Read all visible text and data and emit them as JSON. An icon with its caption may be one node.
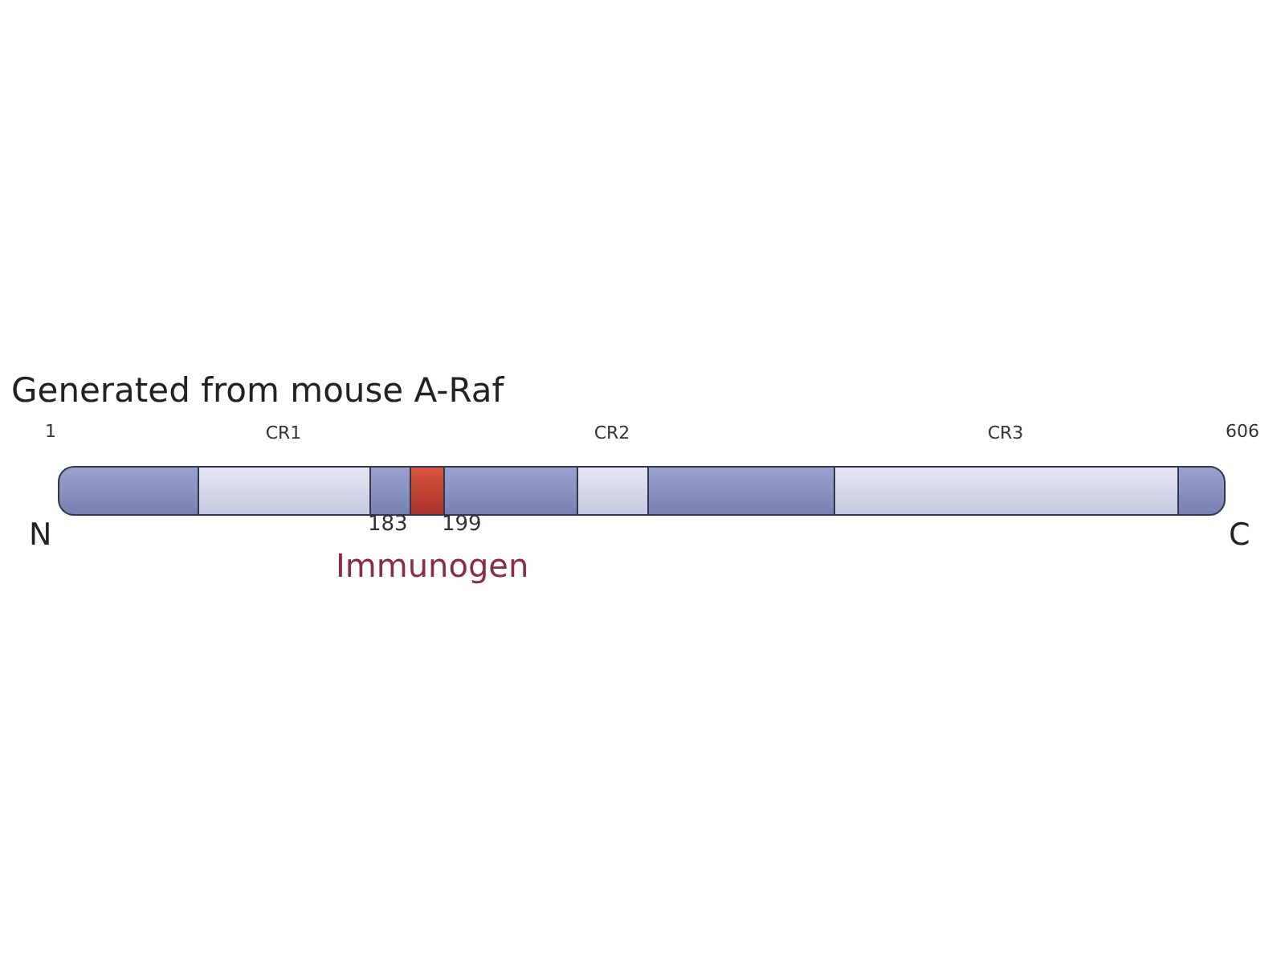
{
  "diagram": {
    "title": "Generated from mouse A-Raf",
    "nodes": [
      {
        "text": [],
        "shape": "bar"
      },
      {
        "text": [
          "CR1"
        ]
      },
      {
        "text": [],
        "shape": "bar"
      },
      {
        "text": [],
        "shape": "bar"
      },
      {
        "text": [],
        "shape": "bar"
      },
      {
        "text": [
          "CR2"
        ]
      },
      {
        "text": [],
        "shape": "bar"
      },
      {
        "text": [
          "CR3"
        ]
      },
      {
        "text": [],
        "shape": "bar"
      }
    ],
    "edges": [],
    "labels": [
      "1",
      "606",
      "183",
      "199",
      "N",
      "C",
      "Immunogen"
    ]
  }
}
